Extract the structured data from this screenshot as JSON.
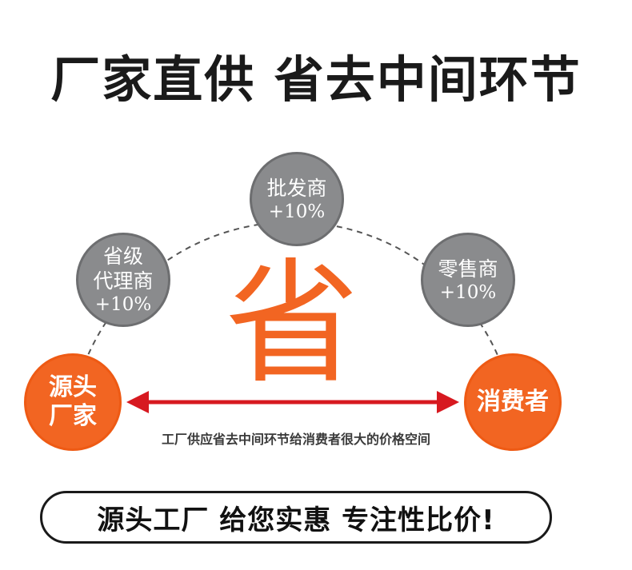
{
  "headline": "厂家直供 省去中间环节",
  "nodes": {
    "wholesaler": {
      "label": "批发商",
      "markup": "+10%"
    },
    "provincial_agent": {
      "label_line1": "省级",
      "label_line2": "代理商",
      "markup": "+10%"
    },
    "retailer": {
      "label": "零售商",
      "markup": "+10%"
    },
    "source_factory": {
      "label_line1": "源头",
      "label_line2": "厂家"
    },
    "consumer": {
      "label": "消费者"
    }
  },
  "center_char": "省",
  "caption": "工厂供应省去中间环节给消费者很大的价格空间",
  "slogan": "源头工厂 给您实惠 专注性比价!",
  "colors": {
    "accent_orange": "#f26522",
    "node_gray": "#8a8b8d",
    "arrow_red": "#d71920",
    "arc_dash": "#555555",
    "text_dark": "#1a1a1a"
  }
}
